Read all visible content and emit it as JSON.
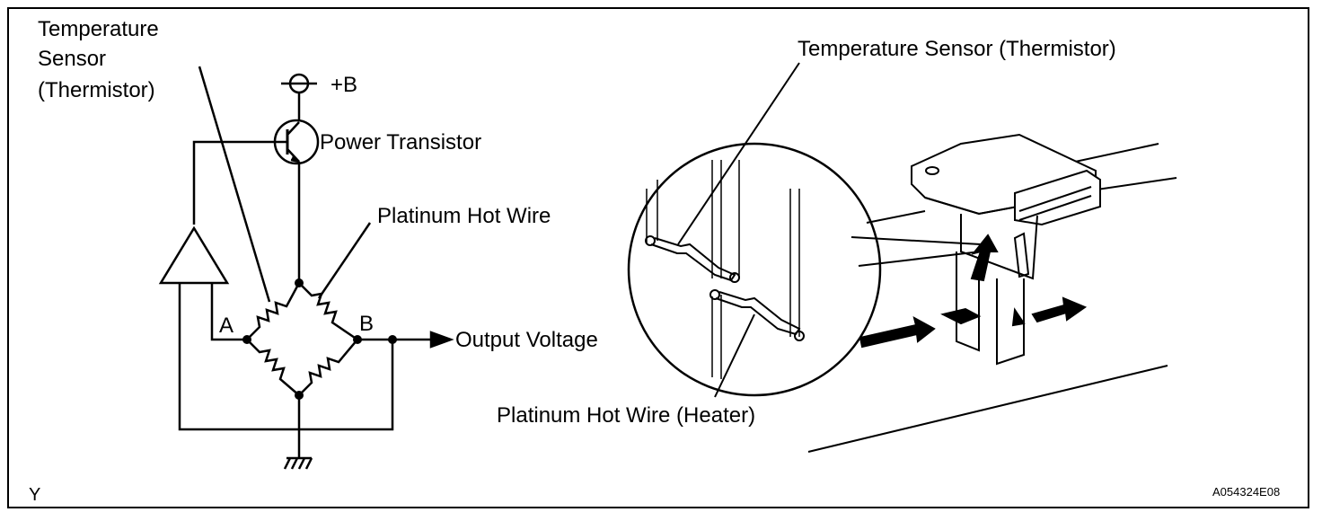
{
  "labels": {
    "temp_sensor_line1": "Temperature",
    "temp_sensor_line2": "Sensor",
    "temp_sensor_line3": "(Thermistor)",
    "plus_b": "+B",
    "power_transistor": "Power Transistor",
    "platinum_hot_wire": "Platinum Hot Wire",
    "node_a": "A",
    "node_b": "B",
    "output_voltage": "Output Voltage",
    "temp_sensor_right": "Temperature Sensor (Thermistor)",
    "platinum_heater": "Platinum Hot Wire (Heater)",
    "corner_left": "Y",
    "figure_code": "A054324E08"
  },
  "colors": {
    "ink": "#000000",
    "paper": "#ffffff",
    "shade": "#d0d0d0"
  }
}
